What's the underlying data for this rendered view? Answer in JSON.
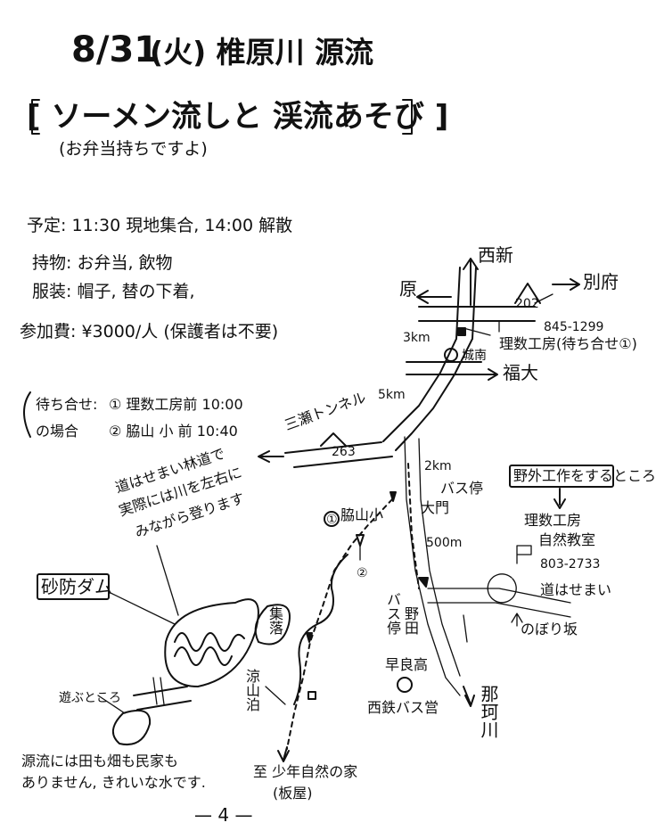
{
  "title": {
    "date": "8/31",
    "rest": "(火) 椎原川 源流"
  },
  "subtitle": "[ ソーメン流しと 渓流あそび ]",
  "subnote": "(お弁当持ちですよ)",
  "schedule": {
    "yotei": "予定: 11:30 現地集合, 14:00 解散",
    "mochimono": "持物: お弁当, 飲物",
    "fukuso": "服装: 帽子, 替の下着,",
    "sankahi": "参加費: ¥3000/人 (保護者は不要)"
  },
  "meeting": {
    "label1": "待ち合せ:",
    "label2": "の場合",
    "place1": "① 理数工房前 10:00",
    "place2": "② 脇山 小 前 10:40"
  },
  "map": {
    "nishijin": "西新",
    "beppu": "別府",
    "hara": "原",
    "route202": "202",
    "phone1": "845-1299",
    "risuu": "理数工房(待ち合せ①)",
    "km3": "3km",
    "jonan": "城南",
    "fukudai": "福大",
    "km5": "5km",
    "tunnel": "三瀬トンネル",
    "route263": "263",
    "km2": "2km",
    "busstop1": "バス停",
    "omon": "大門",
    "wakiyama": "脇山小",
    "m500": "500m",
    "circle1": "①",
    "circle2": "②",
    "yagai": "野外工作をするところ",
    "koubou": "理数工房",
    "shizen": "自然教室",
    "phone2": "803-2733",
    "michisemai": "道はせまい",
    "busstop2": "バス停",
    "noda": "野田",
    "noborizaka": "のぼり坂",
    "sawaradaka": "早良高",
    "nishitetsu": "西鉄バス営",
    "nakagawa": "那珂川",
    "rindo1": "道はせまい林道で",
    "rindo2": "実際には川を左右に",
    "rindo3": "みながら登ります",
    "sabo": "砂防ダム",
    "shuraku": "集落",
    "ryozanpaku": "涼山泊",
    "asobu": "遊ぶところ",
    "genryu1": "源流には田も畑も民家も",
    "genryu2": "ありません, きれいな水です.",
    "shonen1": "至 少年自然の家",
    "shonen2": "(板屋)"
  },
  "page_number": "— 4 —"
}
